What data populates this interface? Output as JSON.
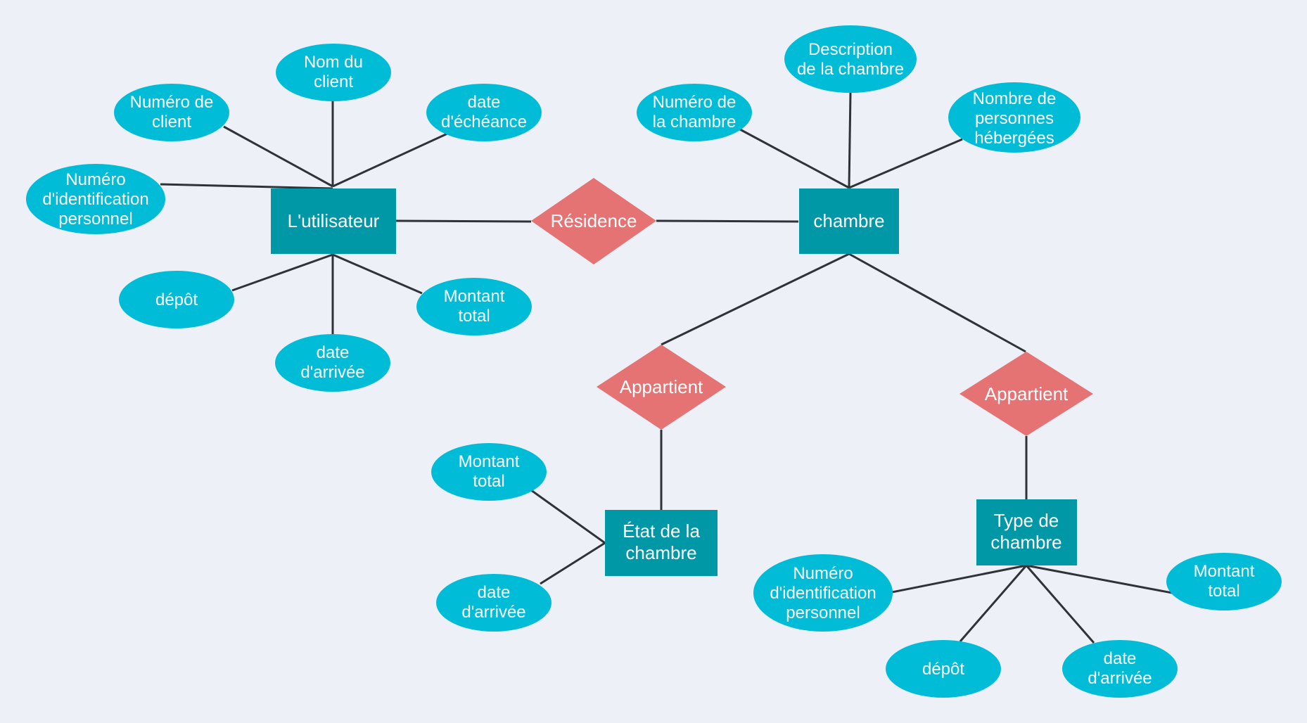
{
  "colors": {
    "background": "#edf0f7",
    "attribute": "#00bcd6",
    "entity": "#0097a7",
    "relationship": "#e57373",
    "edge": "#2f3237",
    "text": "#ffffff"
  },
  "entities": {
    "utilisateur": [
      "L'utilisateur"
    ],
    "chambre": [
      "chambre"
    ],
    "etat": [
      "État de la",
      "chambre"
    ],
    "type": [
      "Type de",
      "chambre"
    ]
  },
  "relationships": {
    "residence": [
      "Résidence"
    ],
    "appartient_etat": [
      "Appartient"
    ],
    "appartient_type": [
      "Appartient"
    ]
  },
  "attributes": {
    "u_numero_client": [
      "Numéro de",
      "client"
    ],
    "u_nom_client": [
      "Nom du",
      "client"
    ],
    "u_date_echeance": [
      "date",
      "d'échéance"
    ],
    "u_numero_identification": [
      "Numéro",
      "d'identification",
      "personnel"
    ],
    "u_depot": [
      "dépôt"
    ],
    "u_date_arrivee": [
      "date",
      "d'arrivée"
    ],
    "u_montant_total": [
      "Montant",
      "total"
    ],
    "c_numero_chambre": [
      "Numéro de",
      "la chambre"
    ],
    "c_description": [
      "Description",
      "de la chambre"
    ],
    "c_nombre_personnes": [
      "Nombre de",
      "personnes",
      "hébergées"
    ],
    "e_montant_total": [
      "Montant",
      "total"
    ],
    "e_date_arrivee": [
      "date",
      "d'arrivée"
    ],
    "t_numero_identification": [
      "Numéro",
      "d'identification",
      "personnel"
    ],
    "t_depot": [
      "dépôt"
    ],
    "t_date_arrivee": [
      "date",
      "d'arrivée"
    ],
    "t_montant_total": [
      "Montant",
      "total"
    ]
  }
}
